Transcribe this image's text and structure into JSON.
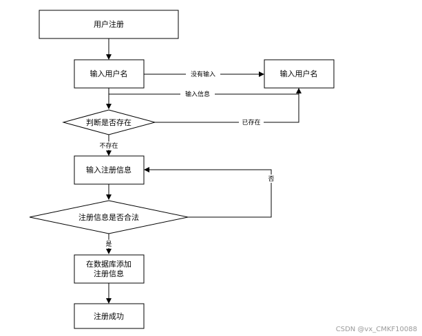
{
  "nodes": {
    "register": "用户注册",
    "input_username": "输入用户名",
    "input_username_right": "输入用户名",
    "check_exists": "判断是否存在",
    "input_info": "输入注册信息",
    "check_valid": "注册信息是否合法",
    "db_add_line1": "在数据库添加",
    "db_add_line2": "注册信息",
    "success": "注册成功"
  },
  "edges": {
    "not_exist_input": "没有输入",
    "input_info": "输入信息",
    "already_exists": "已存在",
    "not_exists": "不存在",
    "no": "否",
    "yes": "是"
  },
  "watermark": "CSDN @vx_CMKF10088"
}
